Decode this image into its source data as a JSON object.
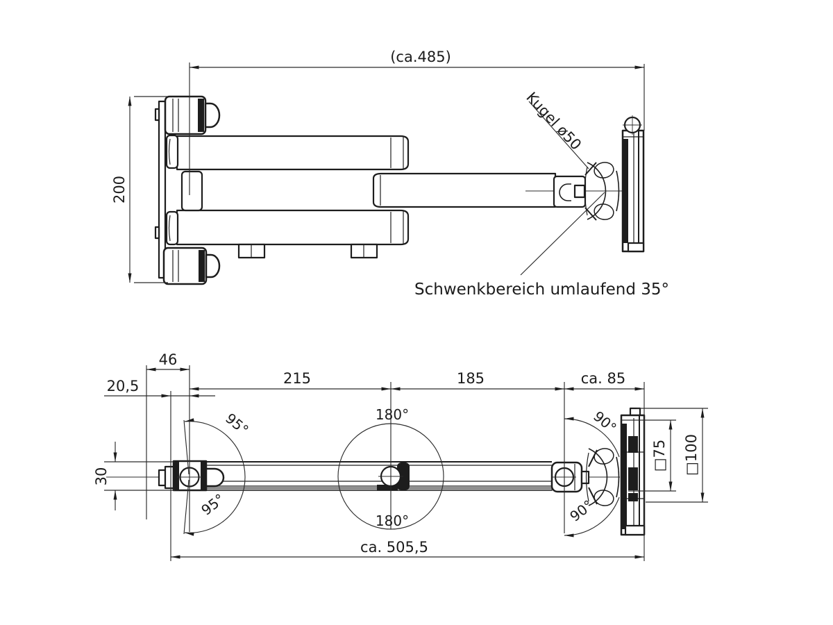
{
  "annotations": {
    "swivel_note": "Schwenkbereich umlaufend 35°",
    "ball_label": "Kugel ø50"
  },
  "top_view": {
    "total_width": "(ca.485)",
    "plate_height": "200"
  },
  "bottom_view": {
    "knob_offset": "46",
    "plate_offset": "20,5",
    "arm1_length": "215",
    "arm2_length": "185",
    "wall_depth": "ca. 85",
    "arm_height": "30",
    "total_length": "ca. 505,5",
    "square75": "□75",
    "square100": "□100",
    "angle_95_top": "95°",
    "angle_95_bottom": "95°",
    "angle_180_top": "180°",
    "angle_180_bottom": "180°",
    "angle_90_top": "90°",
    "angle_90_bottom": "90°"
  }
}
